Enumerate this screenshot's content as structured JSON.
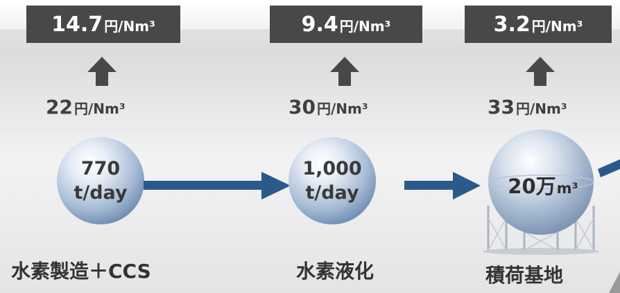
{
  "stages": [
    {
      "target_cost_value": "14.7",
      "target_cost_unit": "円/Nm³",
      "current_cost_value": "22",
      "current_cost_unit": "円/Nm³",
      "capacity_line1": "770",
      "capacity_line2": "t/day",
      "label": "水素製造＋CCS"
    },
    {
      "target_cost_value": "9.4",
      "target_cost_unit": "円/Nm³",
      "current_cost_value": "30",
      "current_cost_unit": "円/Nm³",
      "capacity_line1": "1,000",
      "capacity_line2": "t/day",
      "label": "水素液化"
    },
    {
      "target_cost_value": "3.2",
      "target_cost_unit": "円/Nm³",
      "current_cost_value": "33",
      "current_cost_unit": "円/Nm³",
      "capacity_value": "20万",
      "capacity_unit": "m³",
      "label": "積荷基地"
    }
  ],
  "colors": {
    "cost_box": "#4a4846",
    "flow_arrow": "#2a5a8c",
    "up_arrow": "#4a4846",
    "sphere": "#7f9cc2"
  },
  "icons": {
    "up_arrow": "arrow-up-icon",
    "flow_arrow": "arrow-right-icon",
    "tank": "spherical-tank-icon"
  }
}
